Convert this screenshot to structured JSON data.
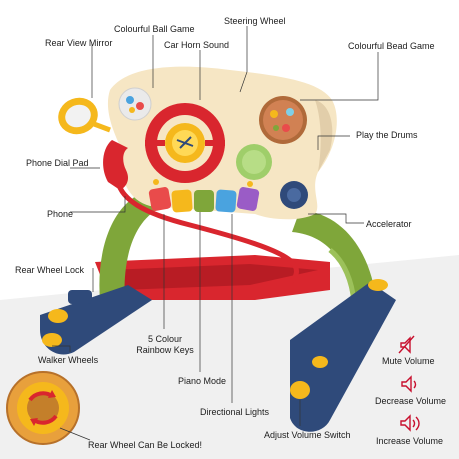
{
  "labels": {
    "colourful_ball_game": "Colourful Ball Game",
    "steering_wheel": "Steering Wheel",
    "rear_view_mirror": "Rear View Mirror",
    "car_horn_sound": "Car Horn Sound",
    "colourful_bead_game": "Colourful Bead Game",
    "play_the_drums": "Play the Drums",
    "phone_dial_pad": "Phone Dial Pad",
    "phone": "Phone",
    "accelerator": "Accelerator",
    "rear_wheel_lock": "Rear Wheel Lock",
    "rainbow_keys_line1": "5 Colour",
    "rainbow_keys_line2": "Rainbow Keys",
    "walker_wheels": "Walker Wheels",
    "piano_mode": "Piano Mode",
    "directional_lights": "Directional Lights",
    "adjust_volume_switch": "Adjust Volume Switch",
    "rear_wheel_locked": "Rear Wheel Can Be Locked!",
    "mute_volume": "Mute Volume",
    "decrease_volume": "Decrease Volume",
    "increase_volume": "Increase Volume"
  },
  "colors": {
    "leader_line": "#333333",
    "accent_red": "#c8102e",
    "toy_cream": "#f6e6c4",
    "toy_red": "#d9262e",
    "toy_green": "#7fa63a",
    "toy_navy": "#2f4a7a",
    "toy_yellow": "#f5b81c",
    "floor_shade": "#eeeeee"
  }
}
